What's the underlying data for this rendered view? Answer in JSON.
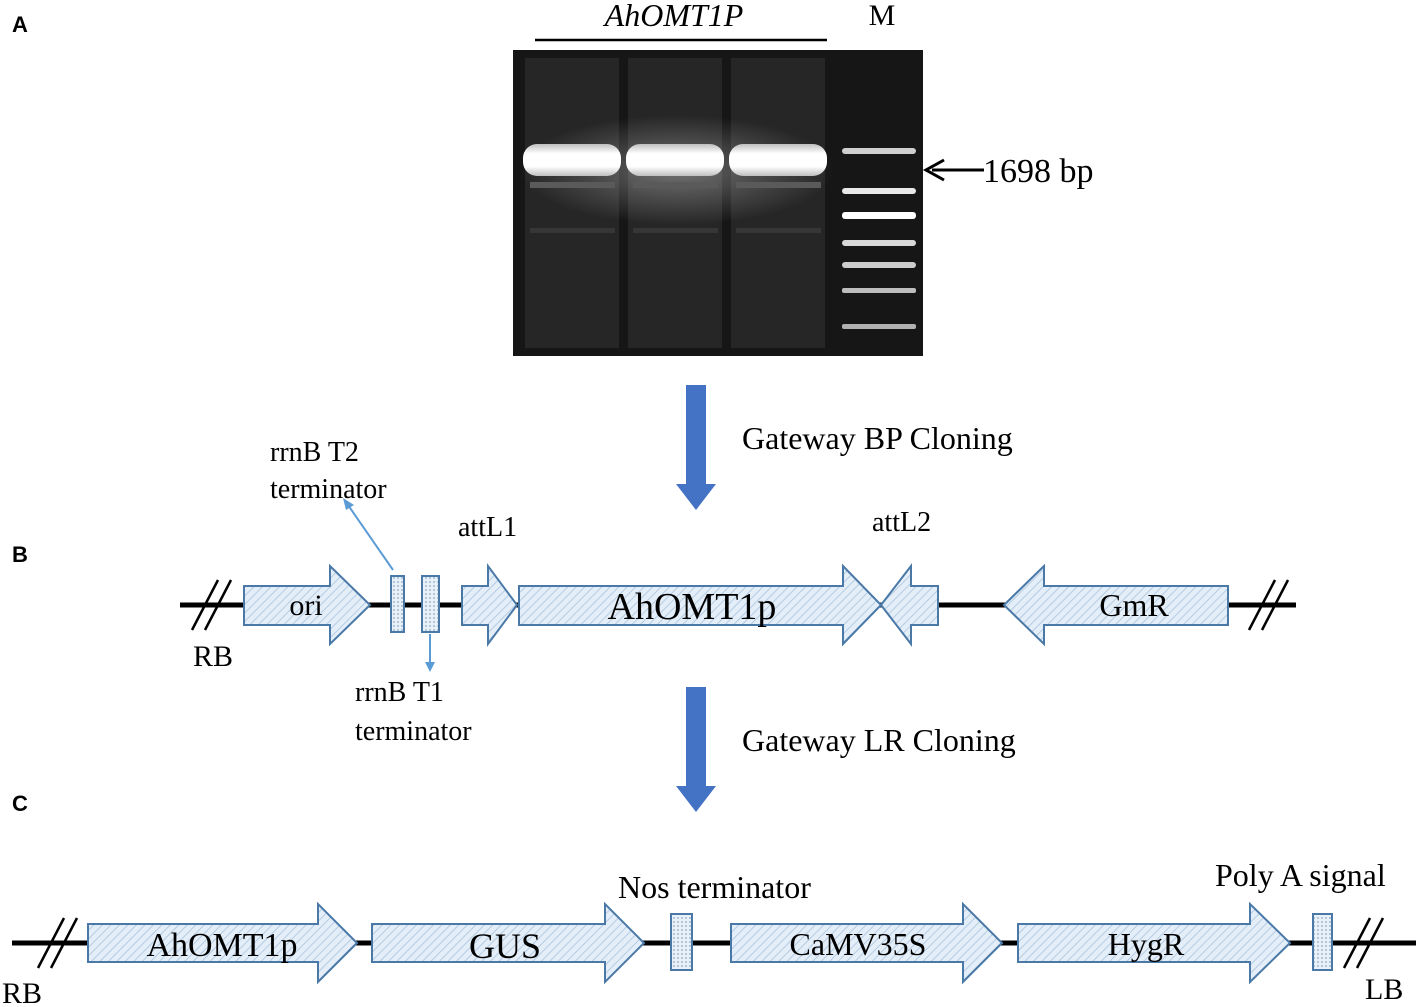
{
  "panels": {
    "a": {
      "letter": "A",
      "title": "AhOMT1P",
      "marker": "M",
      "band_label": "1698 bp"
    },
    "b": {
      "letter": "B",
      "step_label": "Gateway BP Cloning",
      "ori": "ori",
      "insert": "AhOMT1p",
      "gmr": "GmR",
      "rb": "RB",
      "attl1": "attL1",
      "attl2": "attL2",
      "rrnb_t2_line1": "rrnB T2",
      "rrnb_t2_line2": "terminator",
      "rrnb_t1_line1": "rrnB T1",
      "rrnb_t1_line2": "terminator"
    },
    "c": {
      "letter": "C",
      "step_label": "Gateway LR Cloning",
      "promoter": "AhOMT1p",
      "gus": "GUS",
      "nos": "Nos terminator",
      "camv": "CaMV35S",
      "hygr": "HygR",
      "polya": "Poly A signal",
      "rb": "RB",
      "lb": "LB"
    }
  },
  "colors": {
    "feature_outline": "#4a79a8",
    "feature_fill": "#e3eef8",
    "step_arrow": "#4472c4",
    "callout_line": "#5b9bd5",
    "gel_bg": "#161616"
  }
}
